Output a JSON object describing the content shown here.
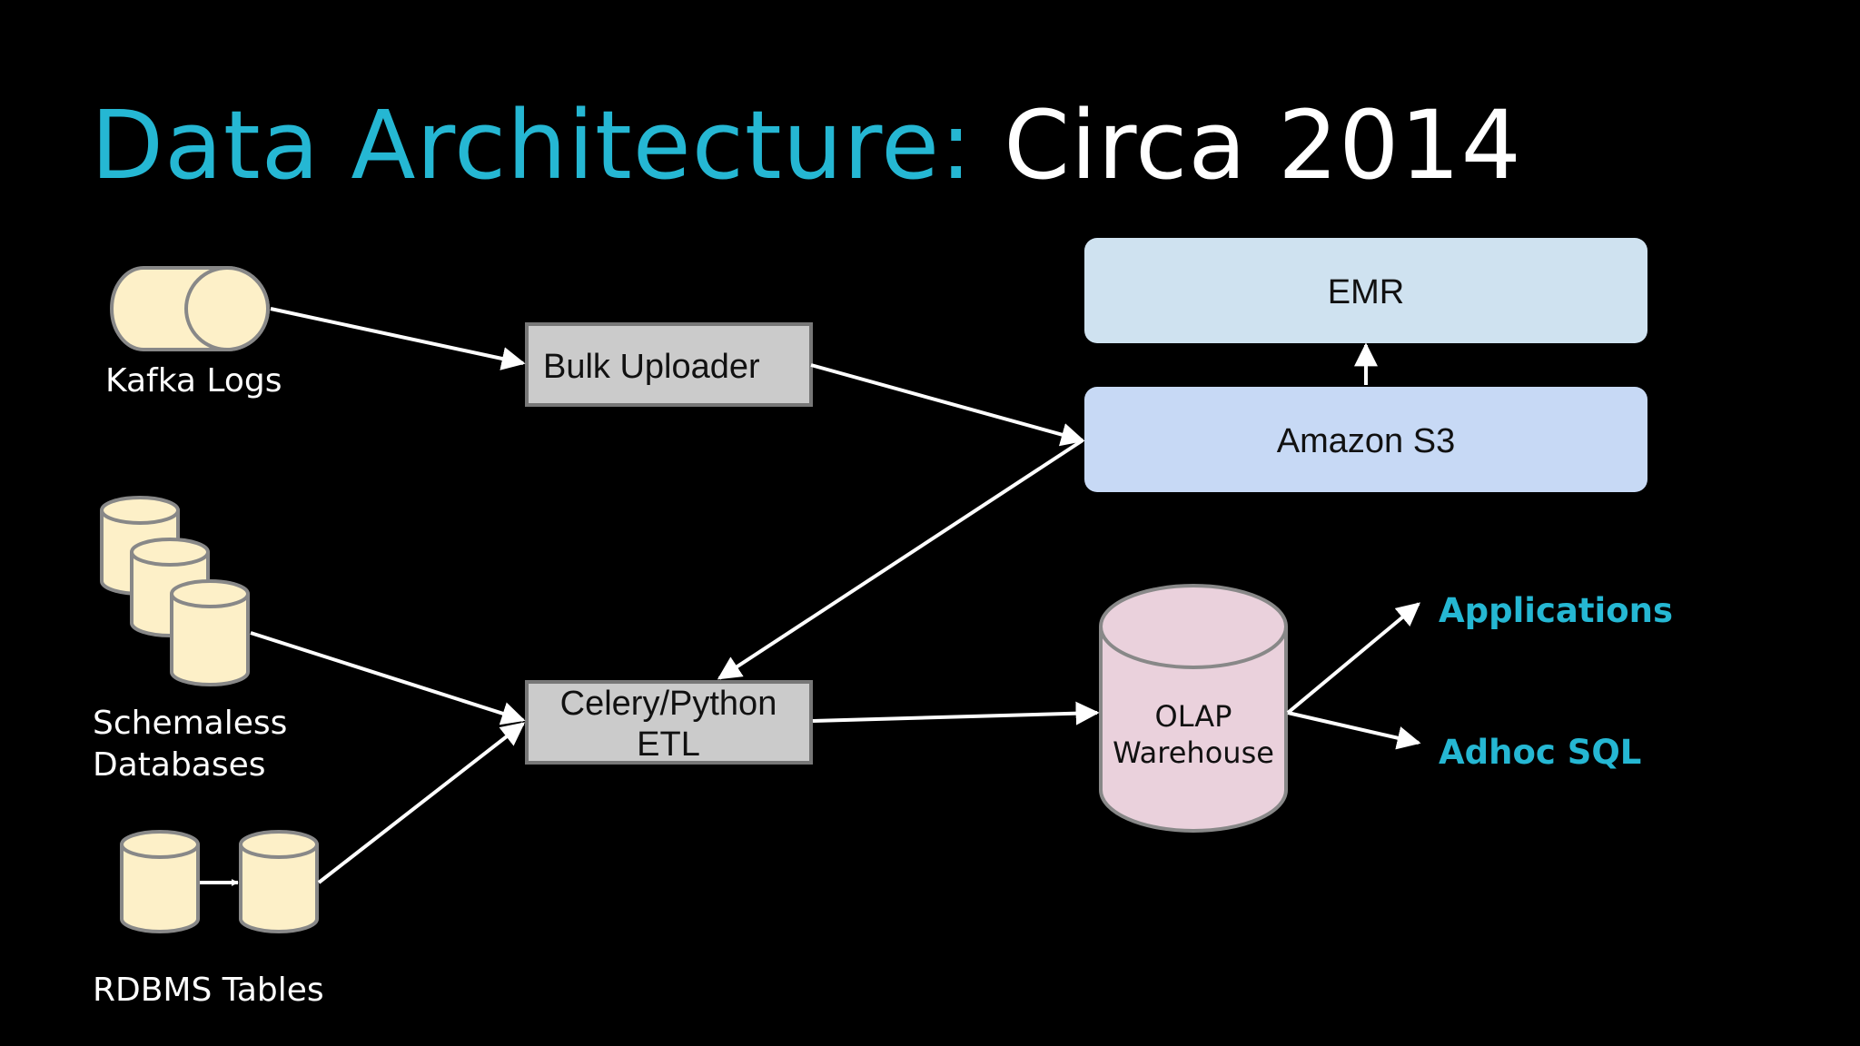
{
  "title": {
    "accent": "Data Architecture:",
    "main": "Circa 2014"
  },
  "sources": {
    "kafka": "Kafka Logs",
    "schemaless_line1": "Schemaless",
    "schemaless_line2": "Databases",
    "rdbms": "RDBMS Tables"
  },
  "processes": {
    "bulk_uploader": "Bulk Uploader",
    "etl_line1": "Celery/Python",
    "etl_line2": "ETL"
  },
  "storage": {
    "emr": "EMR",
    "s3": "Amazon S3",
    "olap_line1": "OLAP",
    "olap_line2": "Warehouse"
  },
  "outputs": {
    "applications": "Applications",
    "adhoc_sql": "Adhoc SQL"
  },
  "colors": {
    "background": "#000000",
    "accent": "#25b7d3",
    "cylinder_fill": "#fdf0c8",
    "process_fill": "#cbcbcb",
    "emr_fill": "#cfe2f0",
    "s3_fill": "#c7d9f5",
    "olap_fill": "#ead1dc"
  }
}
